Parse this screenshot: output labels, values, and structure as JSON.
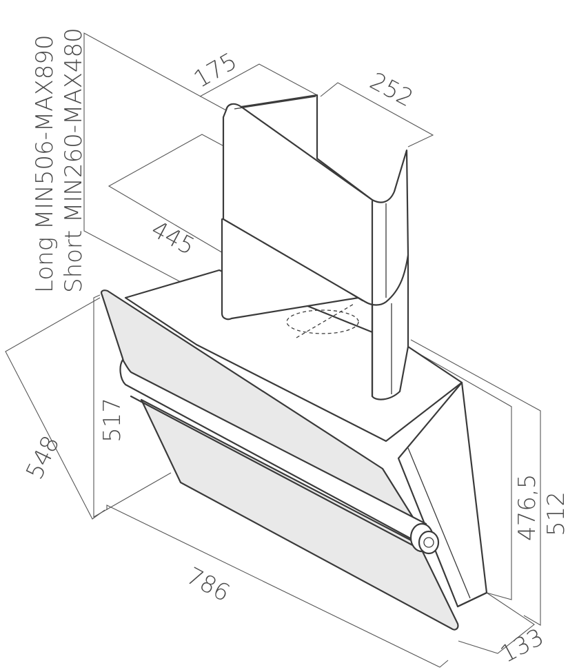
{
  "diagram": {
    "duct_length_long": "Long MIN506-MAX890",
    "duct_length_short": "Short MIN260-MAX480",
    "dimensions": {
      "duct_depth": "175",
      "duct_width": "252",
      "bracket_width": "445",
      "glass_depth": "548",
      "glass_height": "517",
      "hood_width": "786",
      "body_height": "476,5",
      "total_height": "512",
      "body_depth": "133"
    }
  }
}
